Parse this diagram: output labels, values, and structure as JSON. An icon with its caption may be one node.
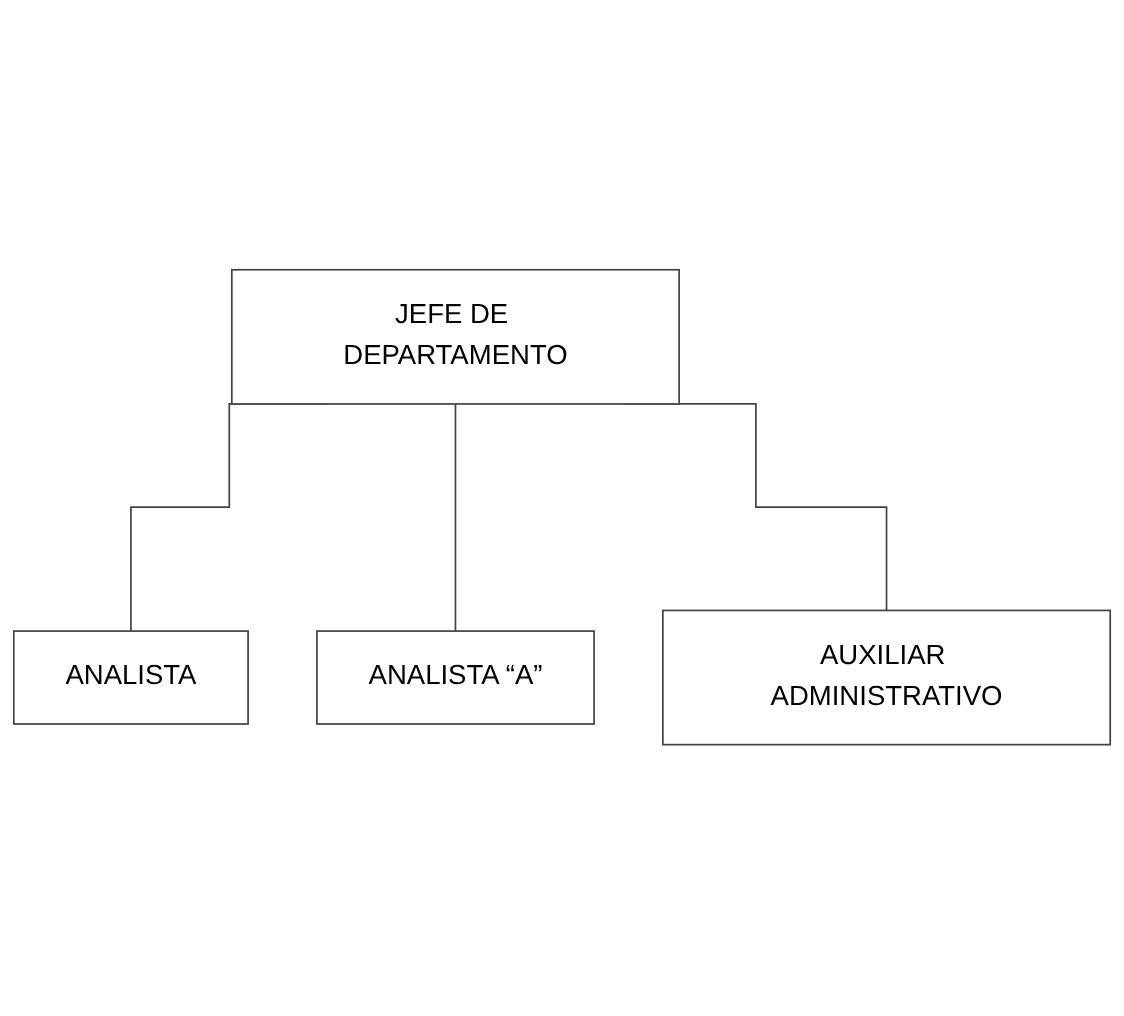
{
  "diagram": {
    "nodes": [
      {
        "text": [
          "JEFE DE DEPARTAMENTO"
        ]
      },
      {
        "text": [
          "ANALISTA"
        ]
      },
      {
        "text": [
          "ANALISTA “A”"
        ]
      },
      {
        "text": [
          "AUXILIAR ADMINISTRATIVO"
        ]
      }
    ],
    "edges": [
      {
        "from": 0,
        "to": 1,
        "arrow": "none"
      },
      {
        "from": 0,
        "to": 2,
        "arrow": "none"
      },
      {
        "from": 0,
        "to": 3,
        "arrow": "none"
      }
    ]
  }
}
